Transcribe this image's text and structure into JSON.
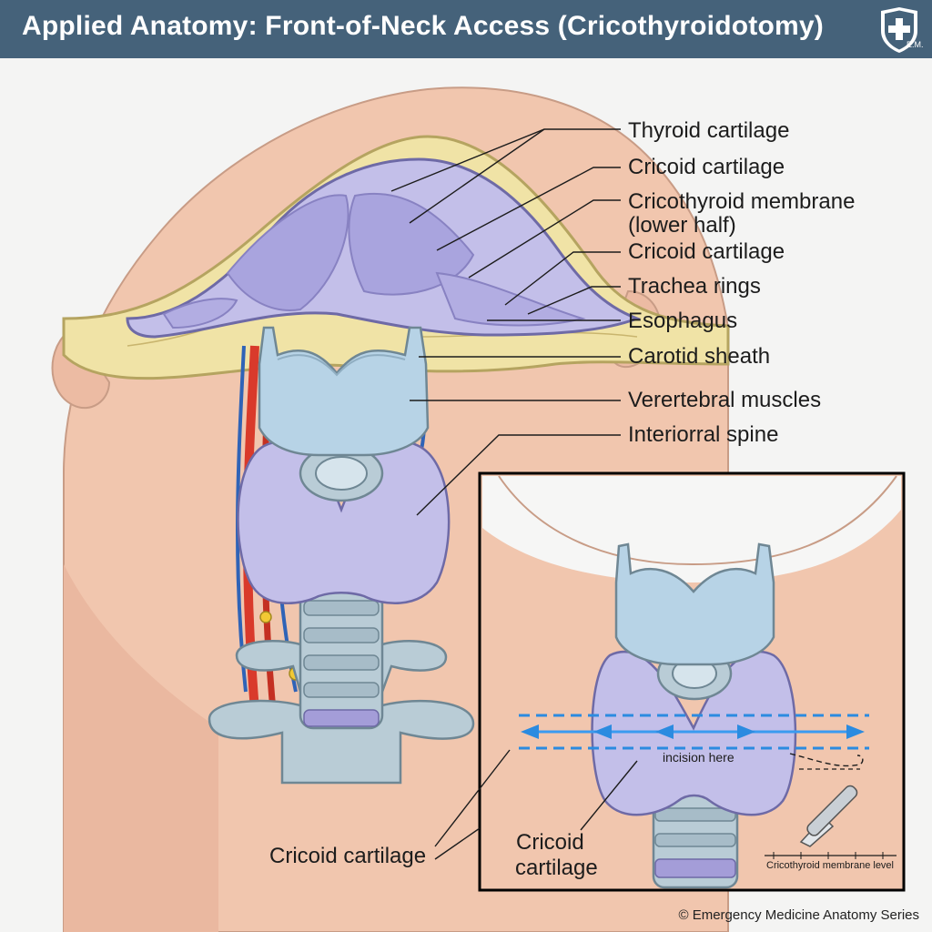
{
  "header": {
    "title": "Applied Anatomy: Front-of-Neck Access (Cricothyroidotomy)",
    "logo_icon": "shield-cross-icon",
    "logo_initials": "E.M."
  },
  "labels": {
    "thyroid_cartilage": "Thyroid cartilage",
    "cricoid_cartilage_1": "Cricoid cartilage",
    "cricothyroid_membrane_line1": "Cricothyroid membrane",
    "cricothyroid_membrane_line2": "(lower half)",
    "cricoid_cartilage_2": "Cricoid cartilage",
    "trachea_rings": "Trachea rings",
    "esophagus": "Esophagus",
    "carotid_sheath": "Carotid sheath",
    "vertebral_muscles": "Verertebral muscles",
    "spine": "Interiorral spine",
    "cricoid_cartilage_bottom": "Cricoid cartilage"
  },
  "inset": {
    "incision_label": "incision here",
    "cricoid_line1": "Cricoid",
    "cricoid_line2": "cartilage",
    "scalpel_icon": "scalpel-icon",
    "membrane_level_label": "Cricothyroid membrane level"
  },
  "footer": {
    "copyright": "© Emergency Medicine Anatomy Series"
  },
  "colors": {
    "header_bg": "#45627a",
    "skin": "#f1c6ae",
    "cartilage": "#b7d3e6",
    "thyroid_gland": "#c3bfe9",
    "fat_layer": "#f0e3a6",
    "artery": "#d93a2b",
    "vein": "#2f63b7",
    "incision_guide": "#2b8be0"
  }
}
